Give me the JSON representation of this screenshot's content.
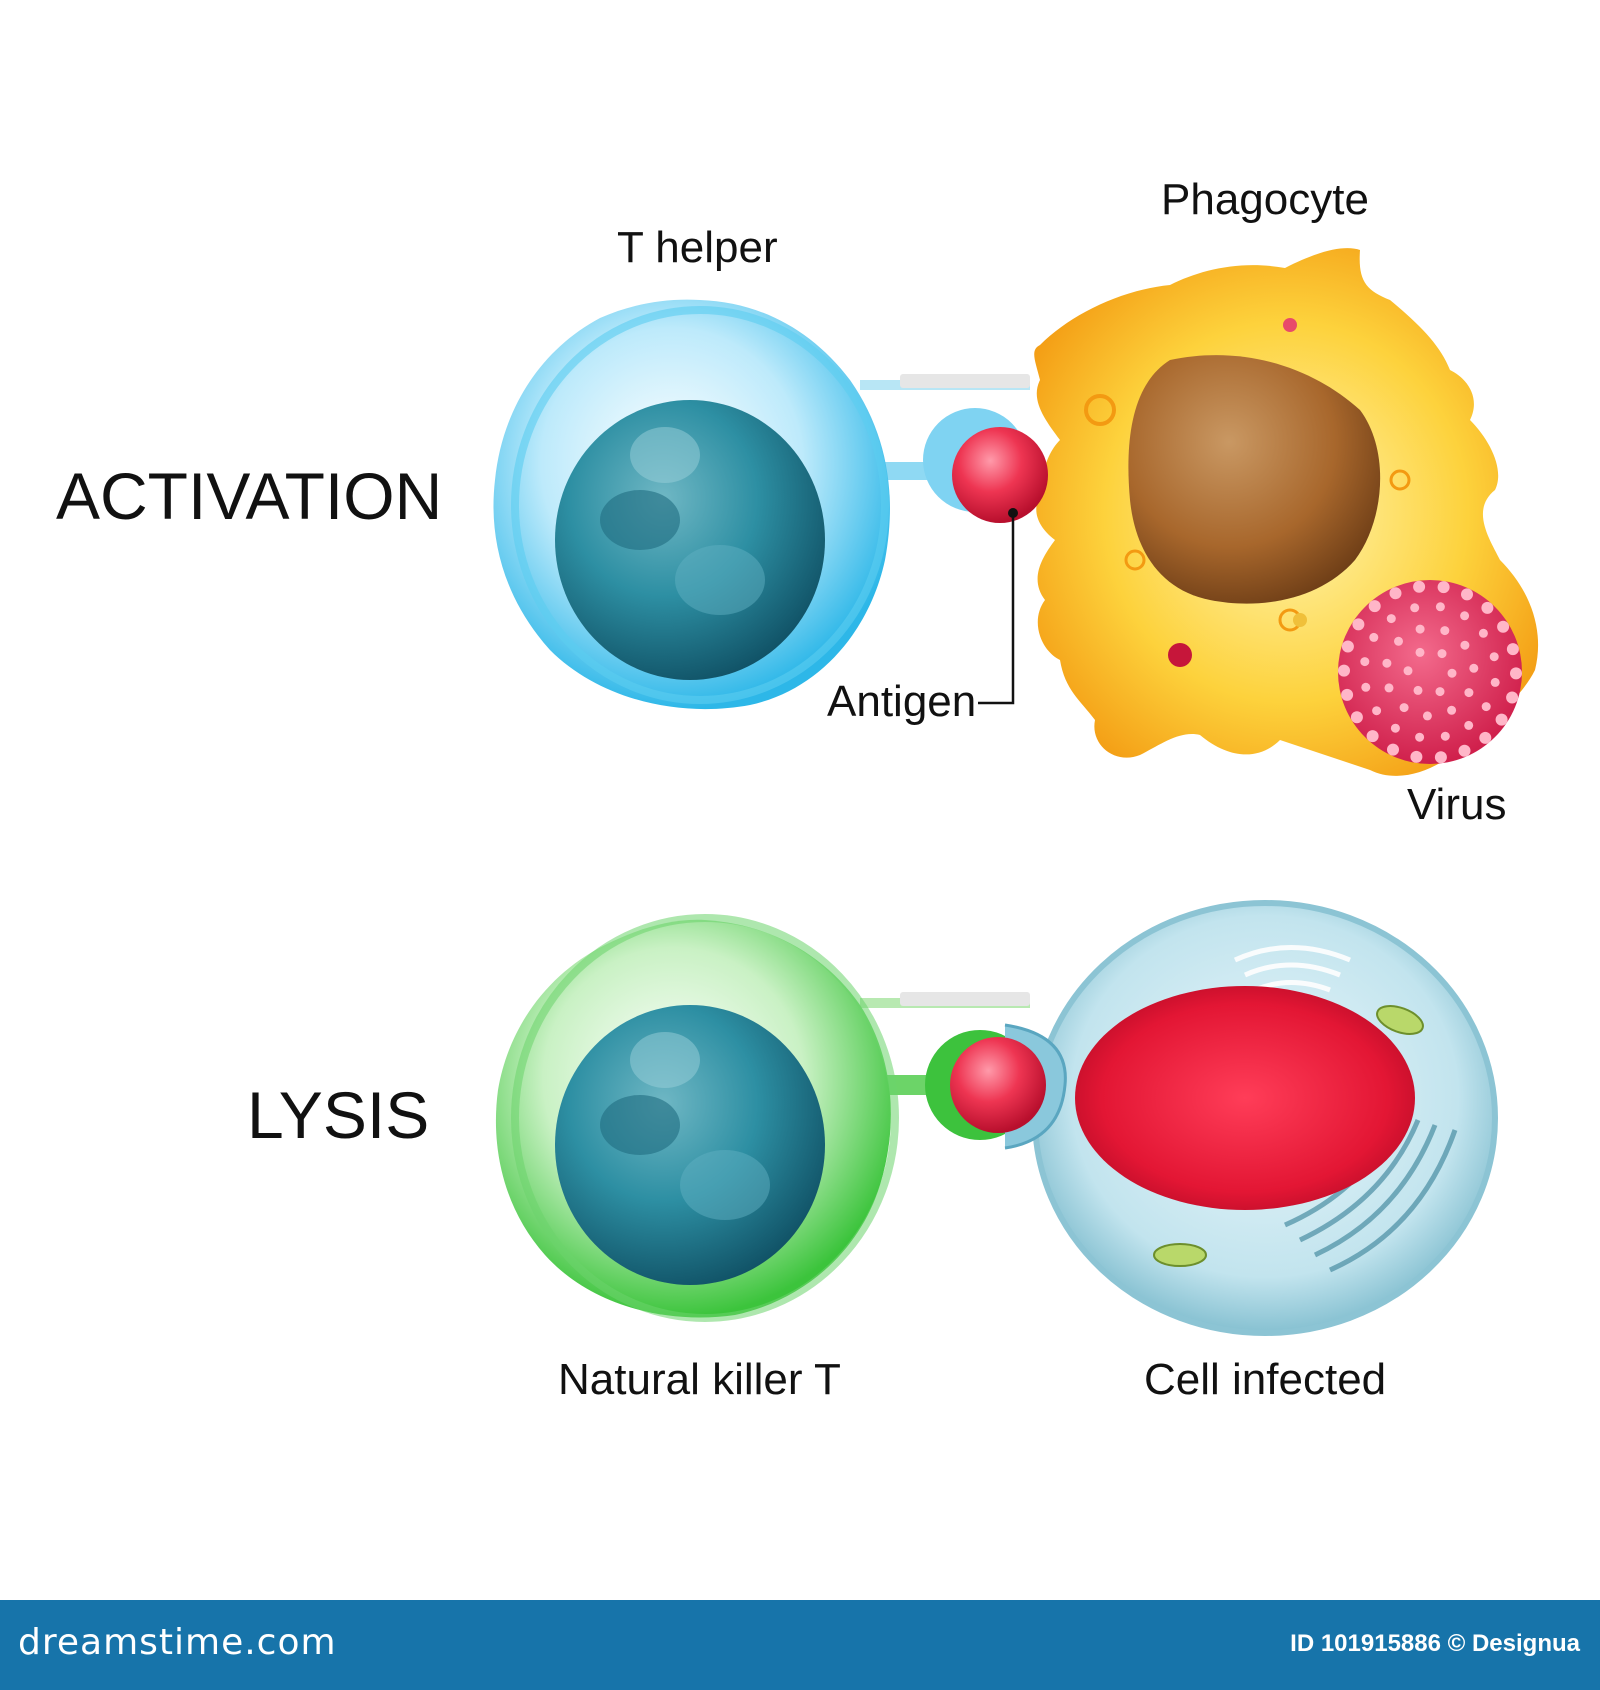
{
  "sections": {
    "activation": "ACTIVATION",
    "lysis": "LYSIS"
  },
  "labels": {
    "t_helper": "T helper",
    "phagocyte": "Phagocyte",
    "antigen": "Antigen",
    "virus": "Virus",
    "natural_killer_t": "Natural killer T",
    "cell_infected": "Cell infected"
  },
  "footer": {
    "brand": "dreamstime.com",
    "credit": "ID 101915886 © Designua"
  },
  "colors": {
    "t_helper_cell": "#4fc7ee",
    "natural_killer_cell": "#4ccc4c",
    "phagocyte": "#f7a81b",
    "phagocyte_nucleus": "#a0622b",
    "antigen": "#e8284a",
    "virus": "#e03c66",
    "infected_cell": "#b7dde8",
    "infected_nucleus": "#d8102e",
    "footer_bar": "#1774aa"
  }
}
